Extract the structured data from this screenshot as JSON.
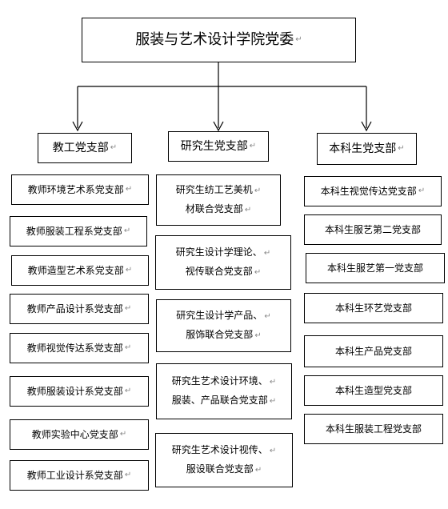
{
  "root": {
    "label": "服装与艺术设计学院党委"
  },
  "return_mark": "↵",
  "branches": [
    {
      "label": "教工党支部",
      "children": [
        "教师环境艺术系党支部",
        "教师服装工程系党支部",
        "教师造型艺术系党支部",
        "教师产品设计系党支部",
        "教师视觉传达系党支部",
        "教师服装设计系党支部",
        "教师实验中心党支部",
        "教师工业设计系党支部"
      ]
    },
    {
      "label": "研究生党支部",
      "children": [
        [
          "研究生纺工艺美机",
          "材联合党支部"
        ],
        [
          "研究生设计学理论、",
          "视传联合党支部"
        ],
        [
          "研究生设计学产品、",
          "服饰联合党支部"
        ],
        [
          "研究生艺术设计环境、",
          "服装、产品联合党支部"
        ],
        [
          "研究生艺术设计视传、",
          "服设联合党支部"
        ]
      ]
    },
    {
      "label": "本科生党支部",
      "children": [
        "本科生视觉传达党支部",
        "本科生服艺第二党支部",
        "本科生服艺第一党支部",
        "本科生环艺党支部",
        "本科生产品党支部",
        "本科生造型党支部",
        "本科生服装工程党支部"
      ]
    }
  ]
}
